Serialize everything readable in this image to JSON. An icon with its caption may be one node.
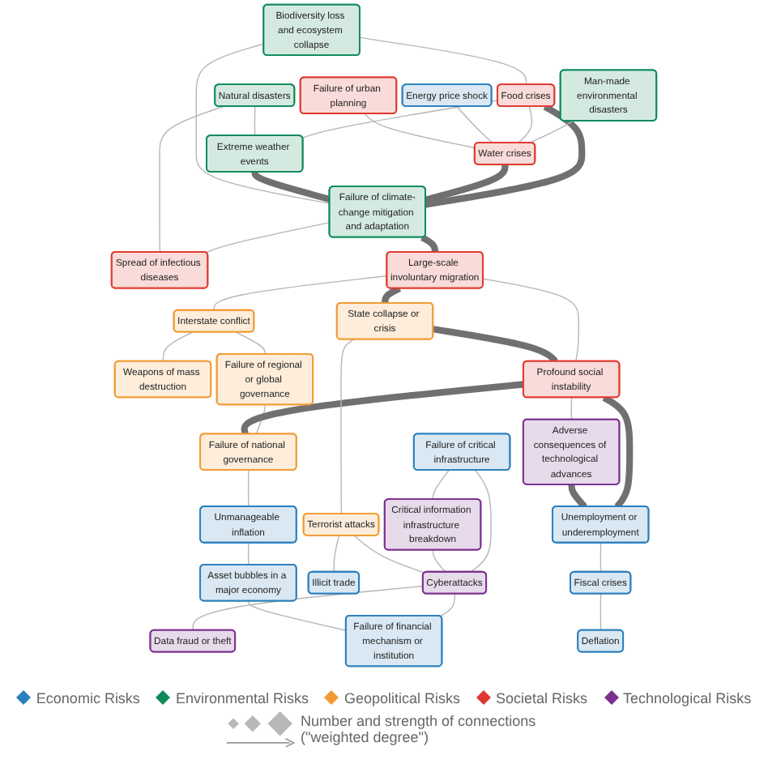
{
  "diagram": {
    "nodes": [
      {
        "text": [
          "Biodiversity loss and ecosystem collapse"
        ]
      },
      {
        "text": [
          "Man-made environmental disasters"
        ]
      },
      {
        "text": [
          "Natural disasters"
        ]
      },
      {
        "text": [
          "Food crises"
        ]
      },
      {
        "text": [
          "Extreme weather events"
        ]
      },
      {
        "text": [
          "Energy price shock"
        ]
      },
      {
        "text": [
          "Spread of infectious diseases"
        ]
      },
      {
        "text": [
          "Water crises"
        ]
      },
      {
        "text": [
          "Failure of climate-change mitigation and adaptation"
        ]
      },
      {
        "text": [
          "Large-scale involuntary migration"
        ]
      },
      {
        "text": [
          "Interstate conflict"
        ]
      },
      {
        "text": [
          "Failure of urban planning"
        ]
      },
      {
        "text": [
          "Weapons of mass destruction"
        ]
      },
      {
        "text": [
          "State collapse or crisis"
        ]
      },
      {
        "text": [
          "Failure of regional or global governance"
        ]
      },
      {
        "text": [
          "Profound social instability"
        ]
      },
      {
        "text": [
          "Failure of critical infrastructure"
        ]
      },
      {
        "text": [
          "Terrorist attacks"
        ]
      },
      {
        "text": [
          "Failure of national governance"
        ]
      },
      {
        "text": [
          "Unmanageable inflation"
        ]
      },
      {
        "text": [
          "Adverse consequences of technological advances"
        ]
      },
      {
        "text": [
          "Unemployment or underemployment"
        ]
      },
      {
        "text": [
          "Critical information infrastructure breakdown"
        ]
      },
      {
        "text": [
          "Cyberattacks"
        ]
      },
      {
        "text": [
          "Illicit trade"
        ]
      },
      {
        "text": [
          "Fiscal crises"
        ]
      },
      {
        "text": [
          "Deflation"
        ]
      },
      {
        "text": [
          "Data fraud or theft"
        ]
      },
      {
        "text": [
          "Asset bubbles in a major economy"
        ]
      },
      {
        "text": [
          "Failure of financial mechanism or institution"
        ]
      }
    ],
    "edges": [
      {
        "from": 3,
        "to": 8,
        "arrow": "none",
        "style": "thick",
        "color": "#707070"
      },
      {
        "from": 7,
        "to": 8,
        "arrow": "none",
        "style": "thick",
        "color": "#707070"
      },
      {
        "from": 4,
        "to": 8,
        "arrow": "none",
        "style": "thick",
        "color": "#707070"
      },
      {
        "from": 0,
        "to": 8,
        "arrow": "none"
      },
      {
        "from": 3,
        "to": 4,
        "arrow": "none"
      },
      {
        "from": 0,
        "to": 3,
        "arrow": "none"
      },
      {
        "from": 1,
        "to": 7,
        "arrow": "none"
      },
      {
        "from": 3,
        "to": 7,
        "arrow": "none"
      },
      {
        "from": 2,
        "to": 4,
        "arrow": "none"
      },
      {
        "from": 5,
        "to": 7,
        "arrow": "none"
      },
      {
        "from": 11,
        "to": 7,
        "arrow": "none"
      },
      {
        "from": 8,
        "to": 9,
        "arrow": "none",
        "style": "thick",
        "color": "#707070"
      },
      {
        "from": 9,
        "to": 13,
        "arrow": "none",
        "style": "thick",
        "color": "#707070"
      },
      {
        "from": 9,
        "to": 15,
        "arrow": "none"
      },
      {
        "from": 9,
        "to": 10,
        "arrow": "none"
      },
      {
        "from": 10,
        "to": 12,
        "arrow": "none"
      },
      {
        "from": 10,
        "to": 14,
        "arrow": "none"
      },
      {
        "from": 13,
        "to": 15,
        "arrow": "none",
        "style": "thick",
        "color": "#707070"
      },
      {
        "from": 14,
        "to": 18,
        "arrow": "none"
      },
      {
        "from": 15,
        "to": 18,
        "arrow": "none",
        "style": "thick",
        "color": "#707070"
      },
      {
        "from": 15,
        "to": 21,
        "arrow": "none",
        "style": "thick",
        "color": "#707070"
      },
      {
        "from": 15,
        "to": 20,
        "arrow": "none"
      },
      {
        "from": 20,
        "to": 21,
        "arrow": "none",
        "style": "thick",
        "color": "#707070"
      },
      {
        "from": 18,
        "to": 19,
        "arrow": "none"
      },
      {
        "from": 16,
        "to": 22,
        "arrow": "none"
      },
      {
        "from": 16,
        "to": 23,
        "arrow": "none"
      },
      {
        "from": 22,
        "to": 23,
        "arrow": "none"
      },
      {
        "from": 17,
        "to": 23,
        "arrow": "none"
      },
      {
        "from": 23,
        "to": 27,
        "arrow": "none"
      },
      {
        "from": 23,
        "to": 29,
        "arrow": "none"
      },
      {
        "from": 28,
        "to": 29,
        "arrow": "none"
      },
      {
        "from": 21,
        "to": 25,
        "arrow": "none"
      },
      {
        "from": 19,
        "to": 28,
        "arrow": "none"
      },
      {
        "from": 17,
        "to": 24,
        "arrow": "none"
      },
      {
        "from": 25,
        "to": 26,
        "arrow": "none"
      },
      {
        "from": 8,
        "to": 6,
        "arrow": "none"
      },
      {
        "from": 2,
        "to": 6,
        "arrow": "none"
      },
      {
        "from": 13,
        "to": 17,
        "arrow": "none"
      }
    ],
    "legend": [
      {
        "text": "Economic Risks",
        "color": "#2b7fbd"
      },
      {
        "text": "Environmental Risks",
        "color": "#0e8a5a"
      },
      {
        "text": "Geopolitical Risks",
        "color": "#f29a32"
      },
      {
        "text": "Societal Risks",
        "color": "#e0382e"
      },
      {
        "text": "Technological Risks",
        "color": "#7b2f8e"
      },
      {
        "text": "Number and strength of connections (\"weighted degree\")"
      }
    ]
  }
}
